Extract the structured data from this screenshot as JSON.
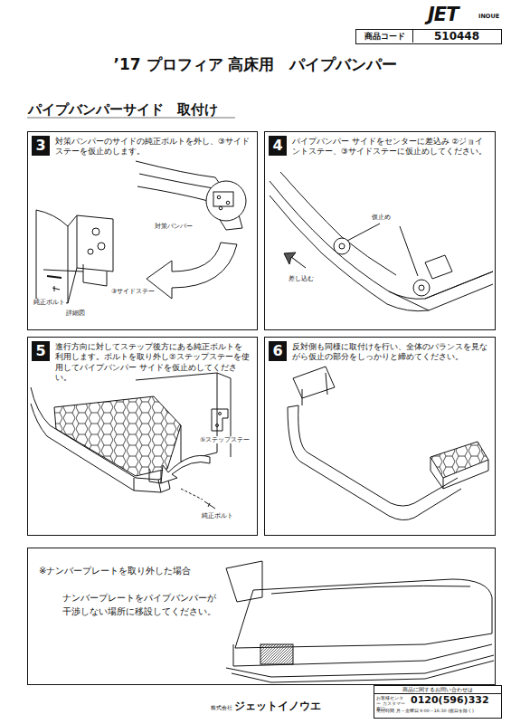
{
  "diagram": {
    "title": "’17 プロフィア 高床用　パイプバンパー",
    "nodes": [
      {
        "text": [
          "商品コード",
          "510448"
        ]
      },
      {
        "text": [
          "3",
          "対策バンパーのサイドの純正ボルトを外し、③サイドステーを仮止めします。"
        ]
      },
      {
        "text": [
          "4",
          "パイプバンパー サイドをセンターに差込み ②ジョイントステー、③サイドステーに仮止めしてください。"
        ]
      },
      {
        "text": [
          "5",
          "進行方向に対してステップ後方にある純正ボルトを利用します。ボルトを取り外し⑤ステップステーを使用してパイプバンパー サイドを仮止めしてください。"
        ]
      },
      {
        "text": [
          "6",
          "反対側も同様に取付けを行い、全体のバランスを見ながら仮止の部分をしっかりと締めてください。"
        ]
      },
      {
        "text": [
          "※ナンバープレートを取り外した場合",
          "ナンバープレートをパイプバンパーが干渉しない場所に移設してください。"
        ]
      },
      {
        "text": [
          "商品に関するお問い合わせは",
          "お客様センター カスタマー窓口",
          "0120(596)332",
          "受付時間 月～金曜日 9:00～16:30 (祝日を除く)"
        ]
      }
    ],
    "labels": [
      "JET",
      "INOUE",
      "パイプバンパーサイド　取付け",
      "対策バンパー",
      "③サイドステー",
      "純正ボルト",
      "詳細図",
      "仮止め",
      "差し込む",
      "⑤ステップステー",
      "純正ボルト",
      "株式会社",
      "ジェットイノウエ"
    ]
  }
}
